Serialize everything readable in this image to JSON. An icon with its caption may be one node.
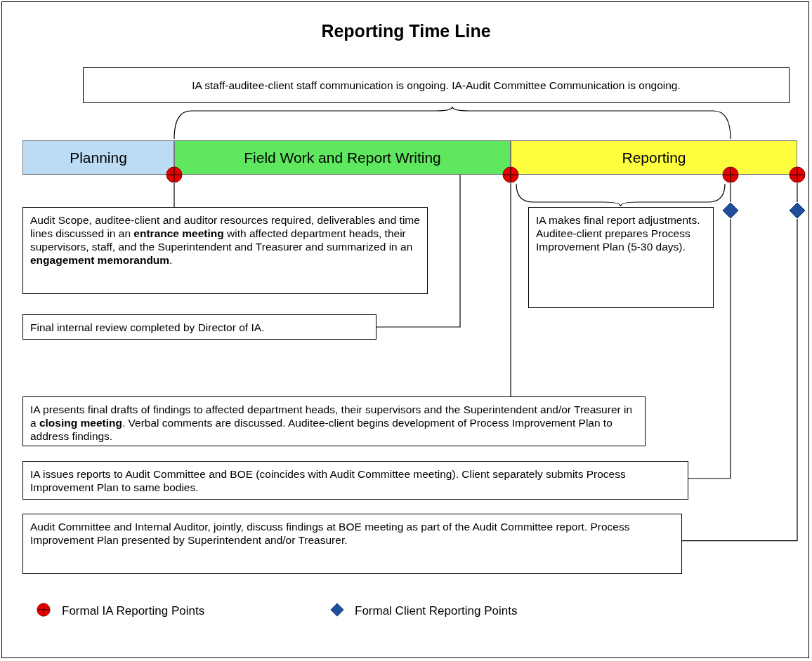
{
  "diagram": {
    "title": "Reporting Time Line",
    "nodes": [
      {
        "text": [
          "IA staff-auditee-client staff communication is ongoing.  IA-Audit Committee Communication is ongoing."
        ]
      },
      {
        "text": [
          "Planning"
        ]
      },
      {
        "text": [
          "Field Work and Report Writing"
        ]
      },
      {
        "text": [
          "Reporting"
        ]
      },
      {
        "text": [],
        "shape": "circle"
      },
      {
        "text": [],
        "shape": "circle"
      },
      {
        "text": [],
        "shape": "circle"
      },
      {
        "text": [],
        "shape": "circle"
      },
      {
        "text": [],
        "shape": "diamond"
      },
      {
        "text": [],
        "shape": "diamond"
      },
      {
        "text": [
          "Audit Scope, auditee-client and auditor resources required, deliverables and time lines discussed in an **entrance meeting** with affected department heads, their supervisors, staff, and the Superintendent and Treasurer and summarized in an **engagement memorandum**."
        ]
      },
      {
        "text": [
          "IA makes final report adjustments.  Auditee-client prepares Process Improvement Plan (5-30 days)."
        ]
      },
      {
        "text": [
          "Final internal review completed by Director of IA."
        ]
      },
      {
        "text": [
          "IA presents final drafts of findings to affected department heads, their supervisors and the Superintendent and/or Treasurer in a **closing meeting**.  Verbal comments are discussed.  Auditee-client begins development of Process Improvement Plan to address findings."
        ]
      },
      {
        "text": [
          "IA issues reports to Audit Committee and BOE (coincides with Audit Committee meeting).  Client separately submits Process Improvement Plan to same bodies."
        ]
      },
      {
        "text": [
          "Audit Committee and Internal Auditor, jointly, discuss findings at BOE meeting as part of the Audit Committee report.  Process Improvement Plan presented by Superintendent and/or Treasurer."
        ]
      }
    ],
    "edges": [
      {
        "from": 4,
        "to": 10,
        "arrow": "none"
      },
      {
        "from": 12,
        "to": 2,
        "arrow": "none"
      },
      {
        "from": 5,
        "to": 13,
        "arrow": "none"
      },
      {
        "from": 6,
        "to": 8,
        "arrow": "none"
      },
      {
        "from": 8,
        "to": 14,
        "arrow": "none"
      },
      {
        "from": 7,
        "to": 9,
        "arrow": "none"
      },
      {
        "from": 9,
        "to": 15,
        "arrow": "none"
      }
    ],
    "legend": [
      {
        "text": "Formal IA Reporting Points"
      },
      {
        "text": "Formal Client Reporting Points"
      }
    ]
  }
}
